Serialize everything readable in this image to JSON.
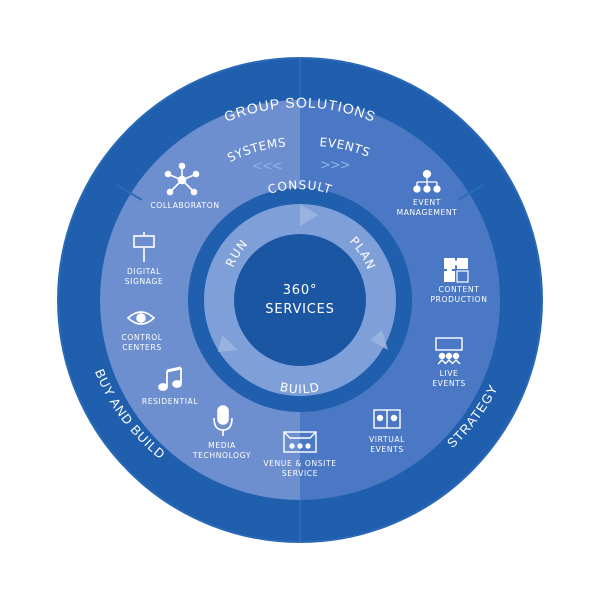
{
  "colors": {
    "outer_ring": "#1f5fae",
    "left_panel": "#6d8fd0",
    "right_panel": "#4b78c4",
    "inner_ring": "#1f5fae",
    "cycle_band": "#7f9fd8",
    "core": "#1b56a3",
    "divider": "#2d6bb8"
  },
  "outer_ring": {
    "top": "GROUP SOLUTIONS",
    "left": "BUY AND BUILD",
    "right": "STRATEGY"
  },
  "sections": {
    "systems": {
      "label": "SYSTEMS",
      "arrows": "<<<"
    },
    "events": {
      "label": "EVENTS",
      "arrows": ">>>"
    }
  },
  "inner": {
    "consult": "CONSULT",
    "run": "RUN",
    "plan": "PLAN",
    "build": "BUILD",
    "center_line1": "360°",
    "center_line2": "SERVICES"
  },
  "items": {
    "collaboration": {
      "line1": "COLLABORATON",
      "icon": "network-icon"
    },
    "digital_signage": {
      "line1": "DIGITAL",
      "line2": "SIGNAGE",
      "icon": "signpost-icon"
    },
    "control_centers": {
      "line1": "CONTROL",
      "line2": "CENTERS",
      "icon": "eye-icon"
    },
    "residential": {
      "line1": "RESIDENTIAL",
      "icon": "music-note-icon"
    },
    "media_technology": {
      "line1": "MEDIA",
      "line2": "TECHNOLOGY",
      "icon": "microphone-icon"
    },
    "venue_onsite": {
      "line1": "VENUE & ONSITE",
      "line2": "SERVICE",
      "icon": "stage-icon"
    },
    "virtual_events": {
      "line1": "VIRTUAL",
      "line2": "EVENTS",
      "icon": "video-grid-icon"
    },
    "live_events": {
      "line1": "LIVE",
      "line2": "EVENTS",
      "icon": "presenter-icon"
    },
    "content_production": {
      "line1": "CONTENT",
      "line2": "PRODUCTION",
      "icon": "puzzle-icon"
    },
    "event_management": {
      "line1": "EVENT",
      "line2": "MANAGEMENT",
      "icon": "org-chart-icon"
    }
  }
}
